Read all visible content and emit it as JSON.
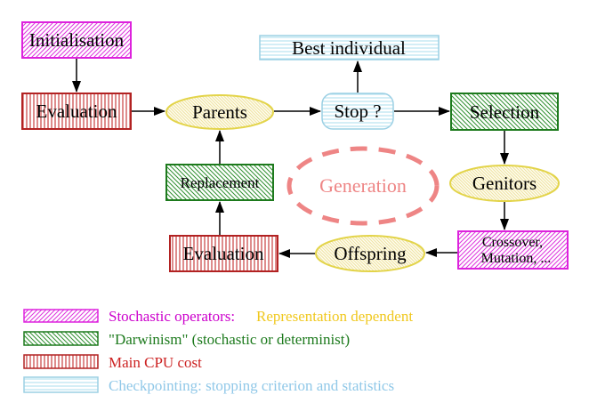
{
  "diagram": {
    "nodes": {
      "initialisation": "Initialisation",
      "evaluation_top": "Evaluation",
      "parents": "Parents",
      "best_individual": "Best individual",
      "stop": "Stop ?",
      "selection": "Selection",
      "replacement": "Replacement",
      "generation": "Generation",
      "genitors": "Genitors",
      "evaluation_bottom": "Evaluation",
      "offspring": "Offspring",
      "crossover_line1": "Crossover,",
      "crossover_line2": "Mutation, ..."
    },
    "legend": {
      "stochastic_label": "Stochastic operators:",
      "stochastic_note": "Representation dependent",
      "darwinism_label": "\"Darwinism\" (stochastic or determinist)",
      "cpu_label": "Main CPU cost",
      "checkpointing_label": "Checkpointing: stopping criterion and statistics"
    },
    "colors": {
      "stochastic_magenta": "#dd22dd",
      "darwinism_green": "#1d7a1d",
      "cpu_red": "#b22222",
      "checkpointing_cyan": "#9cd0e4",
      "node_yellow_border": "#e3d44a",
      "generation_salmon": "#ee8585",
      "representation_gold": "#f0c81e",
      "arrow_black": "#000000"
    }
  }
}
